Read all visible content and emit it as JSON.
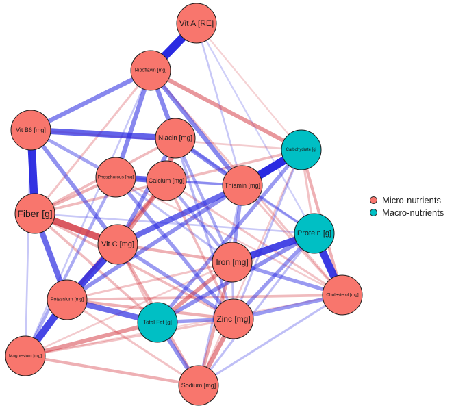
{
  "colors": {
    "micro": "#F8766D",
    "macro": "#00BFC4",
    "positive_edge": "#2323E0",
    "negative_edge": "#D1303A"
  },
  "legend": [
    {
      "label": "Micro-nutrients",
      "group": "micro"
    },
    {
      "label": "Macro-nutrients",
      "group": "macro"
    }
  ],
  "nodes": [
    {
      "id": "vita",
      "label": "Vit A [RE]",
      "group": "micro"
    },
    {
      "id": "ribo",
      "label": "Riboflavin [mg]",
      "group": "micro"
    },
    {
      "id": "vitb6",
      "label": "Vit B6 [mg]",
      "group": "micro"
    },
    {
      "id": "niacin",
      "label": "Niacin [mg]",
      "group": "micro"
    },
    {
      "id": "carb",
      "label": "Carbohydrate [g]",
      "group": "macro"
    },
    {
      "id": "phos",
      "label": "Phosphorous [mg]",
      "group": "micro"
    },
    {
      "id": "calc",
      "label": "Calcium [mg]",
      "group": "micro"
    },
    {
      "id": "thia",
      "label": "Thiamin [mg]",
      "group": "micro"
    },
    {
      "id": "fiber",
      "label": "Fiber [g]",
      "group": "micro"
    },
    {
      "id": "prot",
      "label": "Protein [g]",
      "group": "macro"
    },
    {
      "id": "vitc",
      "label": "Vit C [mg]",
      "group": "micro"
    },
    {
      "id": "iron",
      "label": "Iron [mg]",
      "group": "micro"
    },
    {
      "id": "chol",
      "label": "Cholesterol [mg]",
      "group": "micro"
    },
    {
      "id": "pota",
      "label": "Potassium [mg]",
      "group": "micro"
    },
    {
      "id": "tfat",
      "label": "Total Fat [g]",
      "group": "macro"
    },
    {
      "id": "zinc",
      "label": "Zinc [mg]",
      "group": "micro"
    },
    {
      "id": "magn",
      "label": "Magnesium [mg]",
      "group": "micro"
    },
    {
      "id": "sodi",
      "label": "Sodium [mg]",
      "group": "micro"
    }
  ],
  "edges": [
    {
      "source": "vita",
      "target": "ribo",
      "sign": "positive",
      "strength": 1.0
    },
    {
      "source": "vitb6",
      "target": "fiber",
      "sign": "positive",
      "strength": 0.95
    },
    {
      "source": "thia",
      "target": "carb",
      "sign": "positive",
      "strength": 1.0
    },
    {
      "source": "prot",
      "target": "chol",
      "sign": "positive",
      "strength": 0.9
    },
    {
      "source": "prot",
      "target": "iron",
      "sign": "positive",
      "strength": 0.85
    },
    {
      "source": "pota",
      "target": "magn",
      "sign": "positive",
      "strength": 0.85
    },
    {
      "source": "vitc",
      "target": "pota",
      "sign": "positive",
      "strength": 0.85
    },
    {
      "source": "vitb6",
      "target": "niacin",
      "sign": "positive",
      "strength": 0.7
    },
    {
      "source": "phos",
      "target": "calc",
      "sign": "positive",
      "strength": 0.7
    },
    {
      "source": "fiber",
      "target": "vitc",
      "sign": "negative",
      "strength": 0.8
    },
    {
      "source": "niacin",
      "target": "calc",
      "sign": "negative",
      "strength": 0.6
    },
    {
      "source": "vitc",
      "target": "thia",
      "sign": "positive",
      "strength": 0.65
    },
    {
      "source": "fiber",
      "target": "pota",
      "sign": "positive",
      "strength": 0.65
    },
    {
      "source": "pota",
      "target": "tfat",
      "sign": "positive",
      "strength": 0.65
    },
    {
      "source": "ribo",
      "target": "carb",
      "sign": "negative",
      "strength": 0.45
    },
    {
      "source": "ribo",
      "target": "vitb6",
      "sign": "positive",
      "strength": 0.5
    },
    {
      "source": "ribo",
      "target": "niacin",
      "sign": "positive",
      "strength": 0.5
    },
    {
      "source": "ribo",
      "target": "phos",
      "sign": "positive",
      "strength": 0.5
    },
    {
      "source": "ribo",
      "target": "thia",
      "sign": "positive",
      "strength": 0.5
    },
    {
      "source": "niacin",
      "target": "thia",
      "sign": "positive",
      "strength": 0.5
    },
    {
      "source": "niacin",
      "target": "vitc",
      "sign": "positive",
      "strength": 0.45
    },
    {
      "source": "vitb6",
      "target": "vitc",
      "sign": "positive",
      "strength": 0.45
    },
    {
      "source": "thia",
      "target": "iron",
      "sign": "positive",
      "strength": 0.4
    },
    {
      "source": "thia",
      "target": "pota",
      "sign": "positive",
      "strength": 0.45
    },
    {
      "source": "prot",
      "target": "tfat",
      "sign": "positive",
      "strength": 0.45
    },
    {
      "source": "prot",
      "target": "zinc",
      "sign": "positive",
      "strength": 0.4
    },
    {
      "source": "tfat",
      "target": "zinc",
      "sign": "positive",
      "strength": 0.4
    },
    {
      "source": "tfat",
      "target": "sodi",
      "sign": "positive",
      "strength": 0.45
    },
    {
      "source": "zinc",
      "target": "sodi",
      "sign": "negative",
      "strength": 0.5
    },
    {
      "source": "iron",
      "target": "chol",
      "sign": "positive",
      "strength": 0.4
    },
    {
      "source": "zinc",
      "target": "chol",
      "sign": "positive",
      "strength": 0.4
    },
    {
      "source": "tfat",
      "target": "carb",
      "sign": "positive",
      "strength": 0.4
    },
    {
      "source": "calc",
      "target": "vitc",
      "sign": "negative",
      "strength": 0.45
    },
    {
      "source": "calc",
      "target": "pota",
      "sign": "negative",
      "strength": 0.4
    },
    {
      "source": "vitc",
      "target": "zinc",
      "sign": "positive",
      "strength": 0.4
    },
    {
      "source": "phos",
      "target": "zinc",
      "sign": "positive",
      "strength": 0.4
    },
    {
      "source": "magn",
      "target": "sodi",
      "sign": "negative",
      "strength": 0.3
    },
    {
      "source": "magn",
      "target": "tfat",
      "sign": "negative",
      "strength": 0.45
    },
    {
      "source": "pota",
      "target": "zinc",
      "sign": "negative",
      "strength": 0.3
    },
    {
      "source": "tfat",
      "target": "iron",
      "sign": "negative",
      "strength": 0.45
    },
    {
      "source": "iron",
      "target": "sodi",
      "sign": "negative",
      "strength": 0.35
    },
    {
      "source": "carb",
      "target": "chol",
      "sign": "negative",
      "strength": 0.3
    },
    {
      "source": "fiber",
      "target": "phos",
      "sign": "negative",
      "strength": 0.3
    },
    {
      "source": "fiber",
      "target": "carb",
      "sign": "negative",
      "strength": 0.25
    },
    {
      "source": "vitb6",
      "target": "phos",
      "sign": "positive",
      "strength": 0.35
    },
    {
      "source": "phos",
      "target": "magn",
      "sign": "positive",
      "strength": 0.3
    },
    {
      "source": "fiber",
      "target": "niacin",
      "sign": "negative",
      "strength": 0.25
    },
    {
      "source": "calc",
      "target": "iron",
      "sign": "positive",
      "strength": 0.3
    },
    {
      "source": "niacin",
      "target": "iron",
      "sign": "positive",
      "strength": 0.3
    },
    {
      "source": "vitc",
      "target": "iron",
      "sign": "negative",
      "strength": 0.3
    },
    {
      "source": "vitc",
      "target": "sodi",
      "sign": "negative",
      "strength": 0.3
    },
    {
      "source": "fiber",
      "target": "tfat",
      "sign": "negative",
      "strength": 0.25
    },
    {
      "source": "fiber",
      "target": "zinc",
      "sign": "negative",
      "strength": 0.25
    },
    {
      "source": "pota",
      "target": "chol",
      "sign": "negative",
      "strength": 0.25
    },
    {
      "source": "ribo",
      "target": "chol",
      "sign": "negative",
      "strength": 0.2
    },
    {
      "source": "vita",
      "target": "thia",
      "sign": "positive",
      "strength": 0.15
    },
    {
      "source": "vita",
      "target": "carb",
      "sign": "negative",
      "strength": 0.12
    },
    {
      "source": "vita",
      "target": "prot",
      "sign": "positive",
      "strength": 0.12
    },
    {
      "source": "ribo",
      "target": "magn",
      "sign": "positive",
      "strength": 0.15
    },
    {
      "source": "ribo",
      "target": "fiber",
      "sign": "negative",
      "strength": 0.2
    },
    {
      "source": "vitb6",
      "target": "carb",
      "sign": "negative",
      "strength": 0.15
    },
    {
      "source": "vitb6",
      "target": "magn",
      "sign": "positive",
      "strength": 0.15
    },
    {
      "source": "thia",
      "target": "chol",
      "sign": "negative",
      "strength": 0.2
    },
    {
      "source": "thia",
      "target": "sodi",
      "sign": "positive",
      "strength": 0.2
    },
    {
      "source": "carb",
      "target": "zinc",
      "sign": "positive",
      "strength": 0.2
    },
    {
      "source": "carb",
      "target": "sodi",
      "sign": "negative",
      "strength": 0.15
    },
    {
      "source": "prot",
      "target": "sodi",
      "sign": "positive",
      "strength": 0.2
    },
    {
      "source": "prot",
      "target": "fiber",
      "sign": "positive",
      "strength": 0.15
    },
    {
      "source": "niacin",
      "target": "prot",
      "sign": "positive",
      "strength": 0.2
    },
    {
      "source": "calc",
      "target": "chol",
      "sign": "negative",
      "strength": 0.2
    },
    {
      "source": "phos",
      "target": "chol",
      "sign": "negative",
      "strength": 0.15
    },
    {
      "source": "magn",
      "target": "zinc",
      "sign": "negative",
      "strength": 0.2
    },
    {
      "source": "magn",
      "target": "iron",
      "sign": "negative",
      "strength": 0.15
    },
    {
      "source": "magn",
      "target": "chol",
      "sign": "negative",
      "strength": 0.12
    },
    {
      "source": "sodi",
      "target": "chol",
      "sign": "positive",
      "strength": 0.2
    },
    {
      "source": "pota",
      "target": "iron",
      "sign": "negative",
      "strength": 0.2
    },
    {
      "source": "calc",
      "target": "thia",
      "sign": "positive",
      "strength": 0.25
    },
    {
      "source": "phos",
      "target": "thia",
      "sign": "positive",
      "strength": 0.2
    },
    {
      "source": "vitc",
      "target": "tfat",
      "sign": "negative",
      "strength": 0.2
    },
    {
      "source": "niacin",
      "target": "zinc",
      "sign": "positive",
      "strength": 0.25
    },
    {
      "source": "calc",
      "target": "zinc",
      "sign": "negative",
      "strength": 0.25
    },
    {
      "source": "phos",
      "target": "iron",
      "sign": "positive",
      "strength": 0.2
    },
    {
      "source": "iron",
      "target": "zinc",
      "sign": "positive",
      "strength": 0.2
    },
    {
      "source": "thia",
      "target": "prot",
      "sign": "positive",
      "strength": 0.25
    },
    {
      "source": "carb",
      "target": "prot",
      "sign": "negative",
      "strength": 0.2
    },
    {
      "source": "pota",
      "target": "sodi",
      "sign": "negative",
      "strength": 0.2
    }
  ]
}
